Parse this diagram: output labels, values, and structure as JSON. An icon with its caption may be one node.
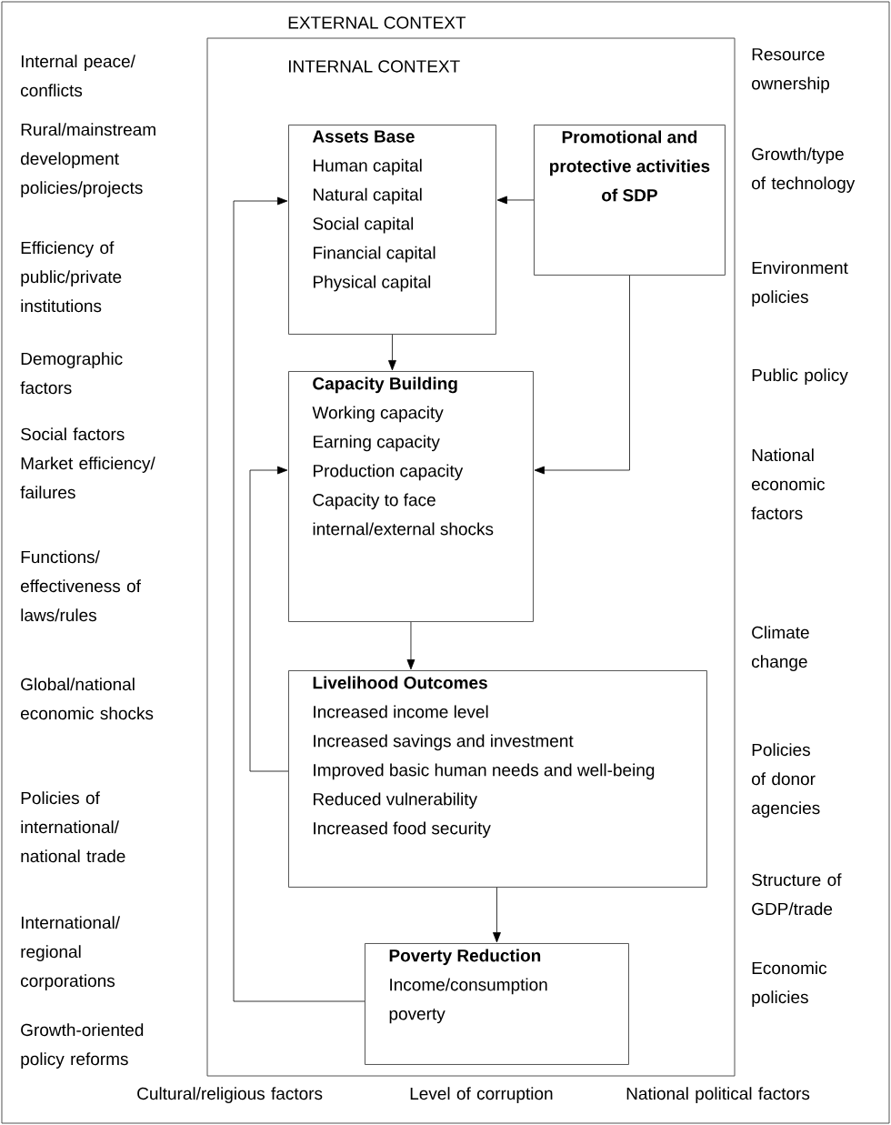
{
  "diagram": {
    "nodes": [
      {
        "text": [
          "EXTERNAL CONTEXT"
        ]
      },
      {
        "text": [
          "INTERNAL CONTEXT"
        ],
        "in": 0
      },
      {
        "text": [
          "Assets Base",
          "Human capital",
          "Natural capital",
          "Social capital",
          "Financial capital",
          "Physical capital"
        ],
        "in": 1
      },
      {
        "text": [
          "Promotional and protective activities of SDP"
        ],
        "in": 1
      },
      {
        "text": [
          "Capacity Building",
          "Working capacity",
          "Earning capacity",
          "Production capacity",
          "Capacity to face internal/external shocks"
        ],
        "in": 1
      },
      {
        "text": [
          "Livelihood Outcomes",
          "Increased income level",
          "Increased savings and investment",
          "Improved basic human needs and well-being",
          "Reduced vulnerability",
          "Increased food security"
        ],
        "in": 1
      },
      {
        "text": [
          "Poverty Reduction",
          "Income/consumption poverty"
        ],
        "in": 1
      }
    ],
    "edges": [
      {
        "from": 3,
        "to": 2,
        "arrow": "to"
      },
      {
        "from": 2,
        "to": 4,
        "arrow": "to"
      },
      {
        "from": 3,
        "to": 4,
        "arrow": "to"
      },
      {
        "from": 4,
        "to": 5,
        "arrow": "to"
      },
      {
        "from": 5,
        "to": 4,
        "arrow": "to"
      },
      {
        "from": 5,
        "to": 6,
        "arrow": "to"
      },
      {
        "from": 6,
        "to": 2,
        "arrow": "to"
      }
    ],
    "labels": [
      "Internal peace/ conflicts",
      "Rural/mainstream development policies/projects",
      "Efficiency of public/private institutions",
      "Demographic factors",
      "Social factors",
      "Market efficiency/ failures",
      "Functions/ effectiveness of laws/rules",
      "Global/national economic shocks",
      "Policies of international/ national trade",
      "International/ regional corporations",
      "Growth-oriented policy reforms",
      "Resource ownership",
      "Growth/type of technology",
      "Environment policies",
      "Public policy",
      "National economic factors",
      "Climate change",
      "Policies of donor agencies",
      "Structure of GDP/trade",
      "Economic policies",
      "Cultural/religious factors",
      "Level of corruption",
      "National political factors"
    ]
  }
}
